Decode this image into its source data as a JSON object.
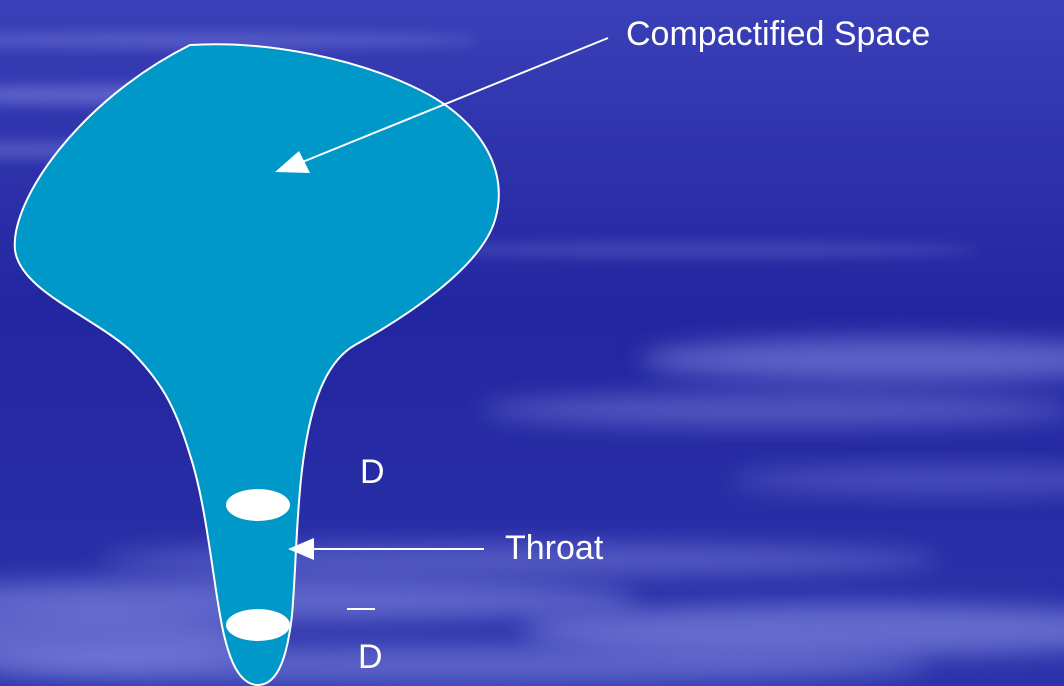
{
  "diagram": {
    "labels": {
      "compactified_space": "Compactified Space",
      "throat": "Throat",
      "d": "D",
      "d_bar": "D"
    },
    "colors": {
      "background": "#2a2fa6",
      "background_light": "#6f78d8",
      "shape_fill": "#0098c8",
      "shape_stroke": "#ffffff",
      "text": "#ffffff"
    }
  }
}
